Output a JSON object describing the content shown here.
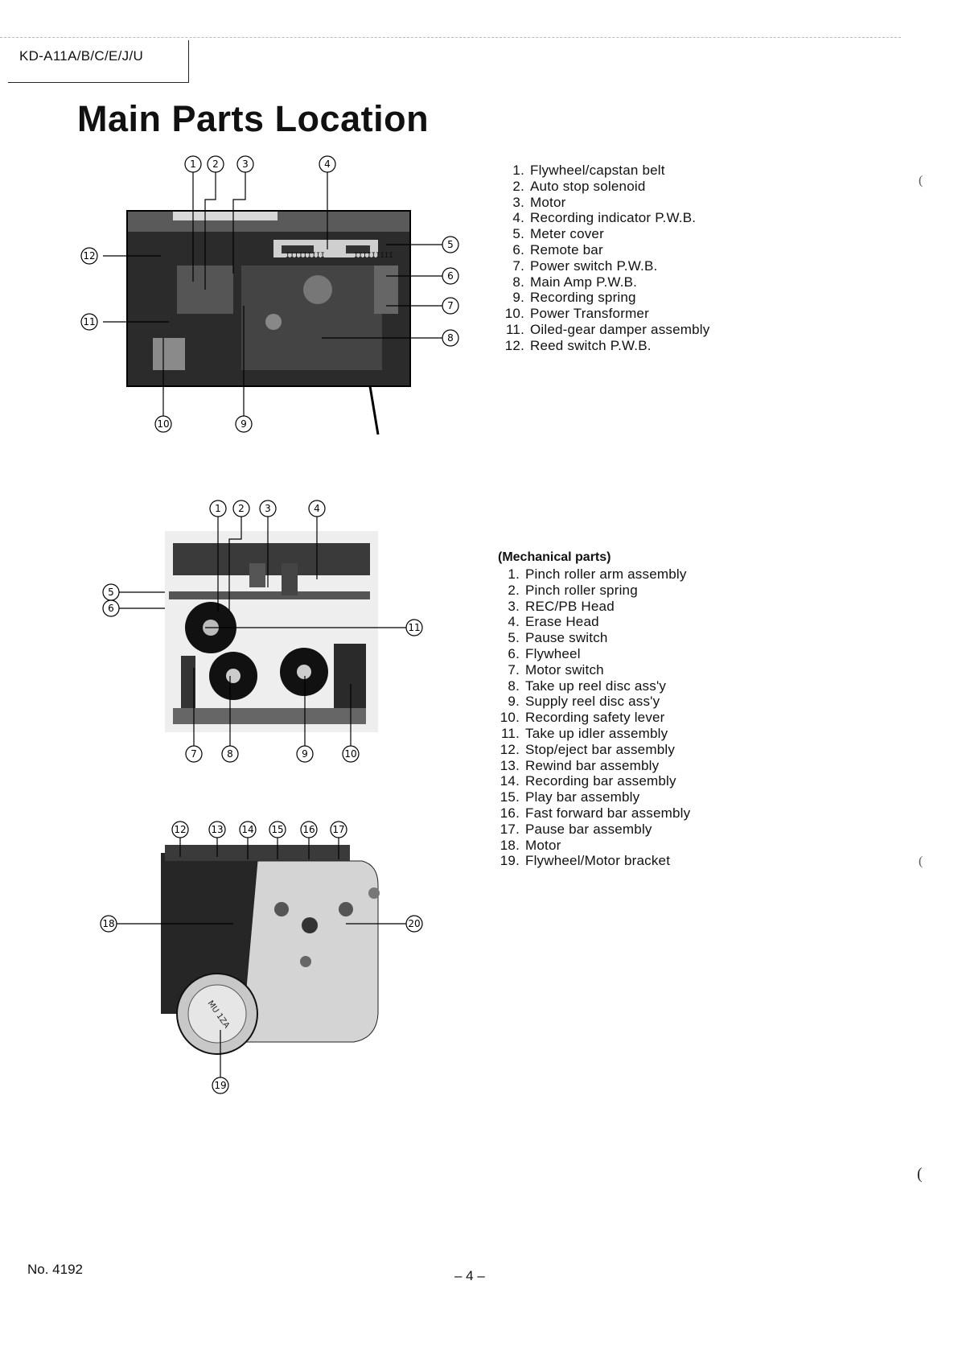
{
  "header": {
    "model": "KD-A11A/B/C/E/J/U"
  },
  "title": "Main Parts Location",
  "figure1": {
    "callouts": [
      "1",
      "2",
      "3",
      "4",
      "5",
      "6",
      "7",
      "8",
      "9",
      "10",
      "11",
      "12"
    ],
    "vent_text": "IIIIIIIII"
  },
  "parts": [
    {
      "n": "1.",
      "label": "Flywheel/capstan belt"
    },
    {
      "n": "2.",
      "label": "Auto stop solenoid"
    },
    {
      "n": "3.",
      "label": "Motor"
    },
    {
      "n": "4.",
      "label": "Recording indicator P.W.B."
    },
    {
      "n": "5.",
      "label": "Meter cover"
    },
    {
      "n": "6.",
      "label": "Remote bar"
    },
    {
      "n": "7.",
      "label": "Power switch P.W.B."
    },
    {
      "n": "8.",
      "label": "Main Amp P.W.B."
    },
    {
      "n": "9.",
      "label": "Recording spring"
    },
    {
      "n": "10.",
      "label": "Power Transformer"
    },
    {
      "n": "11.",
      "label": "Oiled-gear damper assembly"
    },
    {
      "n": "12.",
      "label": "Reed switch P.W.B."
    }
  ],
  "figure2": {
    "callouts": [
      "1",
      "2",
      "3",
      "4",
      "5",
      "6",
      "7",
      "8",
      "9",
      "10",
      "11"
    ]
  },
  "mechanical": {
    "heading": "(Mechanical parts)",
    "items": [
      {
        "n": "1.",
        "label": "Pinch roller arm assembly"
      },
      {
        "n": "2.",
        "label": "Pinch roller spring"
      },
      {
        "n": "3.",
        "label": "REC/PB Head"
      },
      {
        "n": "4.",
        "label": "Erase Head"
      },
      {
        "n": "5.",
        "label": "Pause switch"
      },
      {
        "n": "6.",
        "label": "Flywheel"
      },
      {
        "n": "7.",
        "label": "Motor switch"
      },
      {
        "n": "8.",
        "label": "Take up reel disc ass'y"
      },
      {
        "n": "9.",
        "label": "Supply reel disc ass'y"
      },
      {
        "n": "10.",
        "label": "Recording safety lever"
      },
      {
        "n": "11.",
        "label": "Take up idler assembly"
      },
      {
        "n": "12.",
        "label": "Stop/eject bar assembly"
      },
      {
        "n": "13.",
        "label": "Rewind bar assembly"
      },
      {
        "n": "14.",
        "label": "Recording bar assembly"
      },
      {
        "n": "15.",
        "label": "Play bar assembly"
      },
      {
        "n": "16.",
        "label": "Fast forward  bar assembly"
      },
      {
        "n": "17.",
        "label": "Pause bar assembly"
      },
      {
        "n": "18.",
        "label": "Motor"
      },
      {
        "n": "19.",
        "label": "Flywheel/Motor bracket"
      }
    ]
  },
  "figure3": {
    "callouts": [
      "12",
      "13",
      "14",
      "15",
      "16",
      "17",
      "18",
      "19",
      "20"
    ],
    "motor_text": "MU 1ZA"
  },
  "footer": {
    "doc_no": "No. 4192",
    "page": "– 4 –"
  }
}
